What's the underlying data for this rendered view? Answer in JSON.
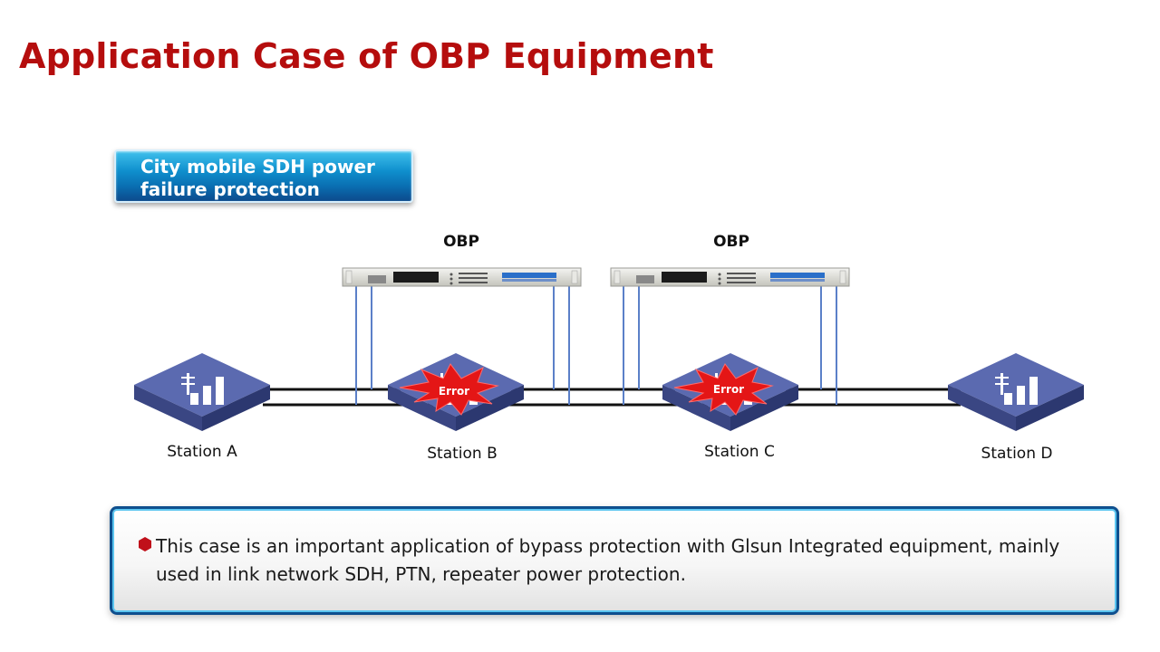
{
  "title": "Application Case of OBP Equipment",
  "badge": {
    "line1": "City mobile SDH power",
    "line2": "failure protection"
  },
  "obp_labels": [
    "OBP",
    "OBP"
  ],
  "stations": [
    {
      "label": "Station A",
      "status": "normal"
    },
    {
      "label": "Station B",
      "status": "Error"
    },
    {
      "label": "Station C",
      "status": "Error"
    },
    {
      "label": "Station D",
      "status": "normal"
    }
  ],
  "error_text": "Error",
  "note": {
    "line1": "This case is an important application of bypass protection with Glsun Integrated equipment, mainly",
    "line2": "used in link network SDH, PTN, repeater power protection."
  },
  "colors": {
    "title": "#b50d0d",
    "station_top": "#5b6ab0",
    "station_side": "#3a4683",
    "error_burst": "#e41616",
    "fiber": "#5b80c8",
    "link": "#111111"
  },
  "icons": {
    "station": "antenna-signal-bars-icon",
    "error": "explosion-burst-icon",
    "bullet": "red-hexagon-bullet-icon"
  }
}
